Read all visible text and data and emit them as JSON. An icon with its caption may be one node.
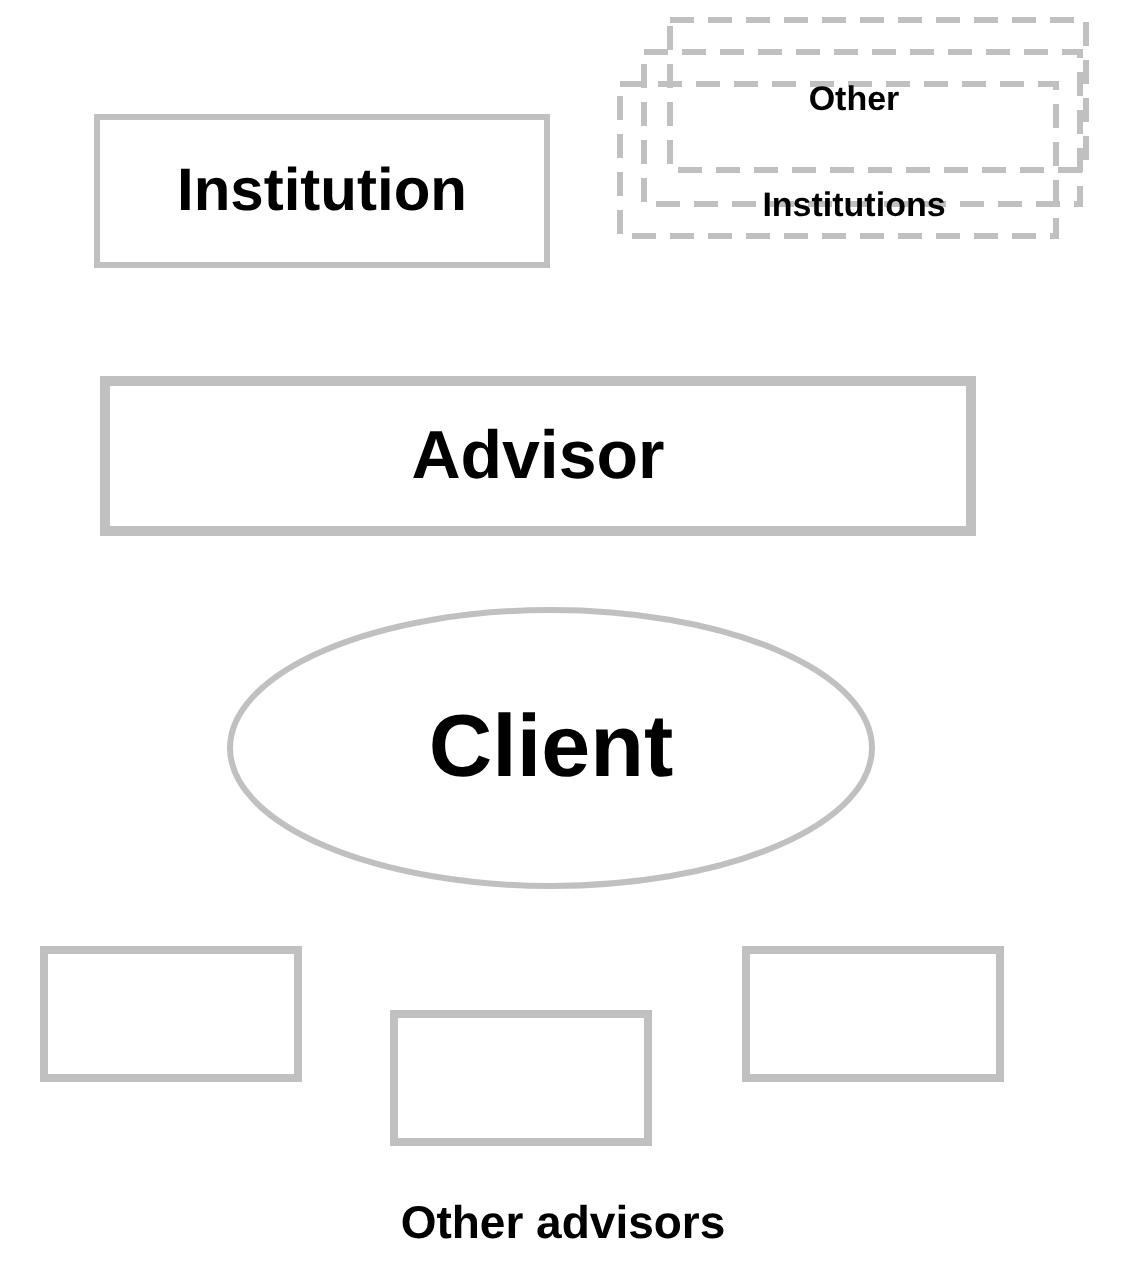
{
  "diagram": {
    "nodes": [
      {
        "text": [
          "Institution"
        ]
      },
      {
        "text": [
          "Other Institutions"
        ]
      },
      {
        "text": [
          "Advisor"
        ]
      },
      {
        "text": [
          "Client"
        ]
      },
      {
        "text": [],
        "shape": "box"
      },
      {
        "text": [],
        "shape": "box"
      },
      {
        "text": [],
        "shape": "box"
      }
    ],
    "labels": [
      "Other advisors"
    ]
  }
}
